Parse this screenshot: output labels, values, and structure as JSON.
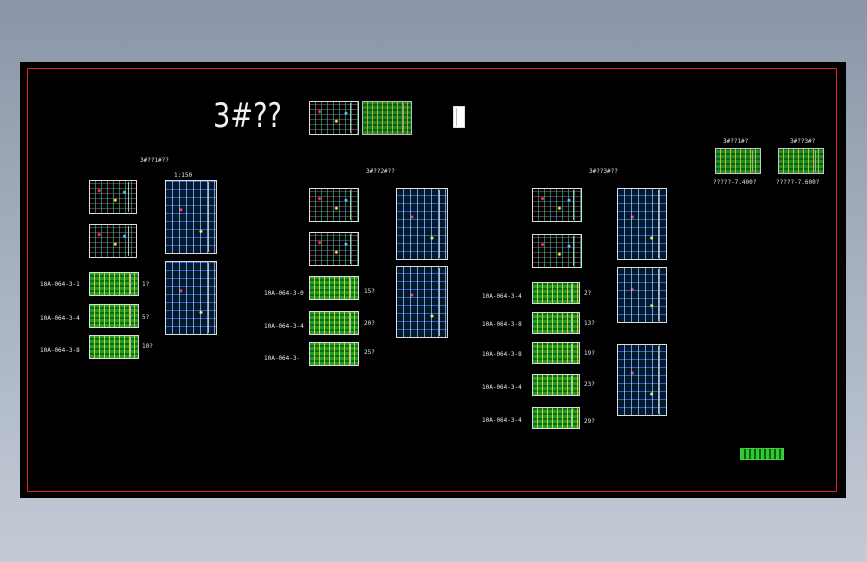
{
  "drawing": {
    "main_title": "3#??",
    "headers": {
      "col1": "3#??1#??",
      "col2": "3#??2#??",
      "col3": "3#??3#??",
      "side1": "3#??1#?",
      "side2": "3#??3#?"
    },
    "scale_label": "1:150",
    "elevations": {
      "e1": "?????-7.400?",
      "e2": "?????-7.600?"
    },
    "col1_refs": [
      "10A-064-3-1",
      "10A-064-3-4",
      "10A-064-3-8"
    ],
    "col1_counts": [
      "1?",
      "5?",
      "10?"
    ],
    "col2_refs": [
      "10A-064-3-0",
      "10A-064-3-4",
      "10A-064-3-"
    ],
    "col2_counts": [
      "15?",
      "20?",
      "25?"
    ],
    "col3_refs": [
      "10A-064-3-4",
      "10A-064-3-8",
      "10A-064-3-8",
      "10A-064-3-4",
      "10A-064-3-4"
    ],
    "col3_counts": [
      "2?",
      "13?",
      "19?",
      "23?",
      "29?"
    ]
  }
}
